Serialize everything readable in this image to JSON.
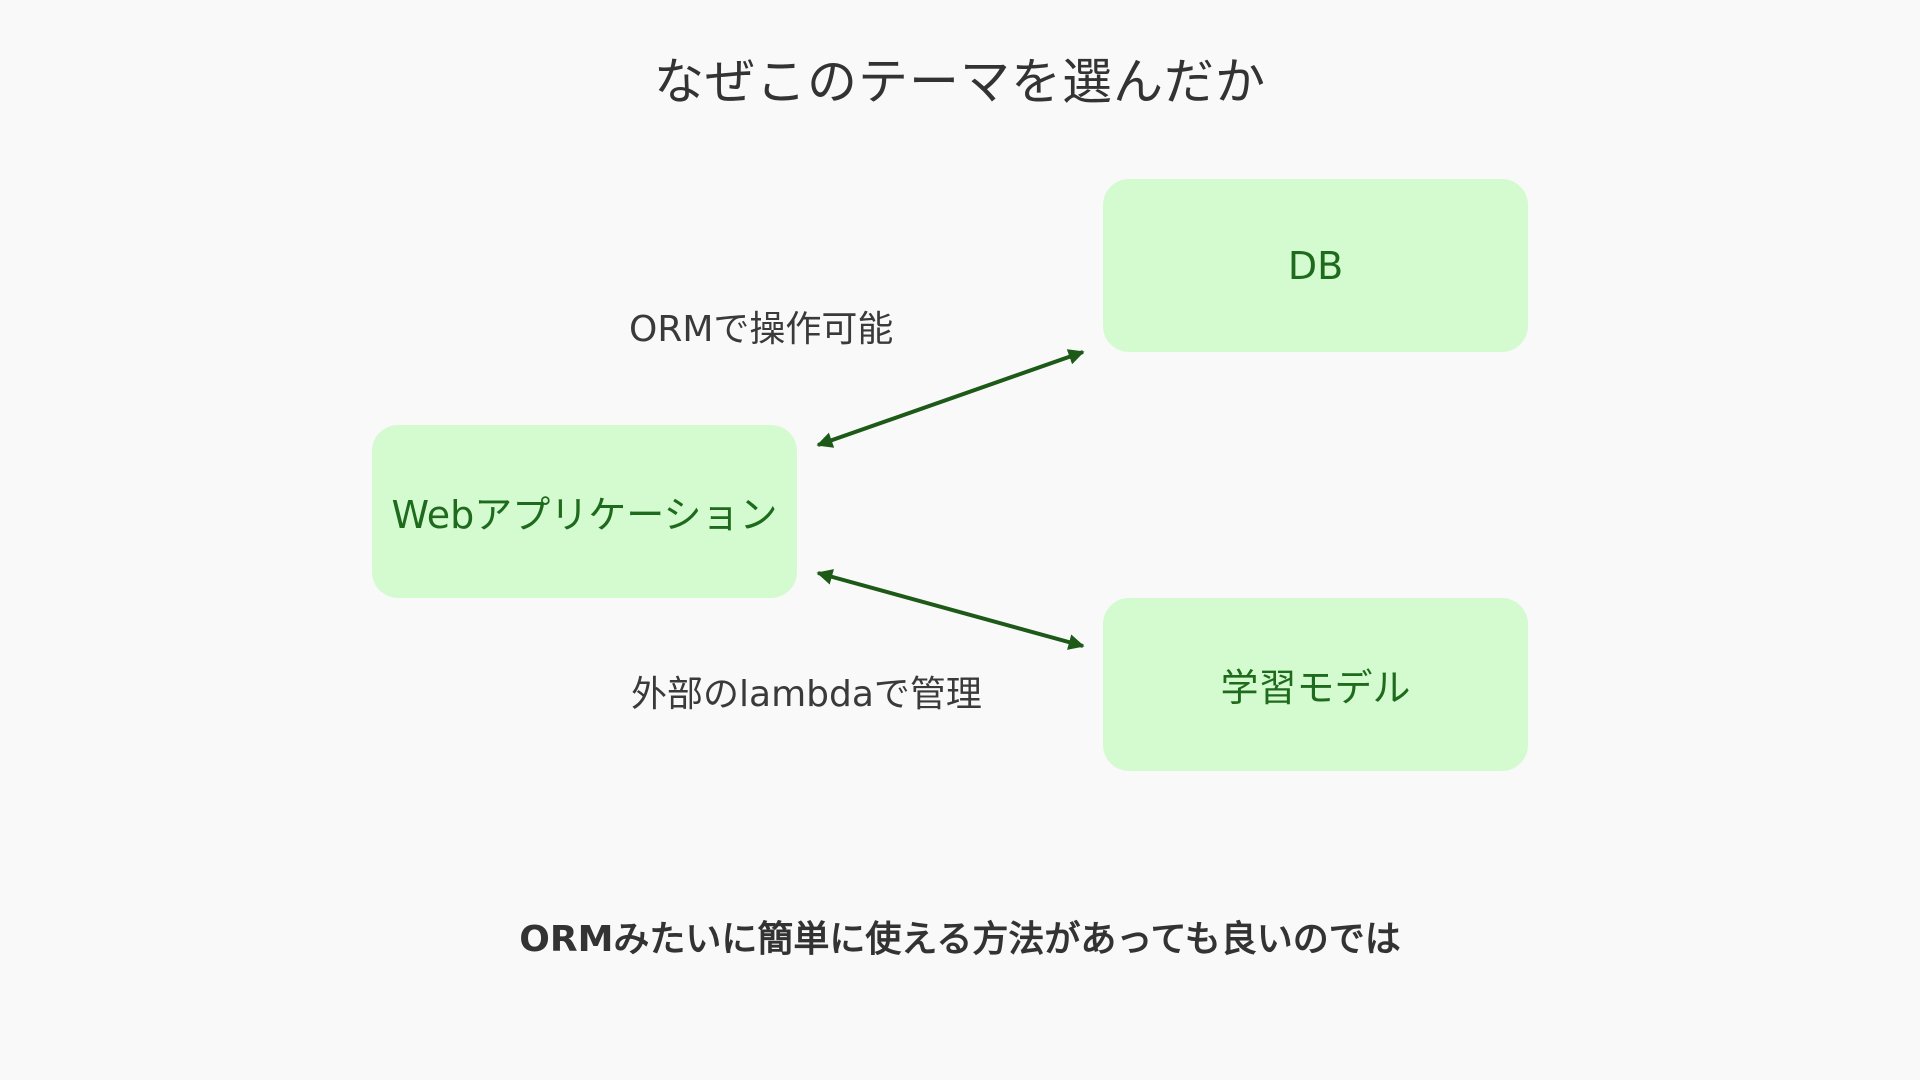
{
  "title": "なぜこのテーマを選んだか",
  "nodes": {
    "db": "DB",
    "web_app": "Webアプリケーション",
    "model": "学習モデル"
  },
  "edges": {
    "web_to_db": "ORMで操作可能",
    "web_to_model": "外部のlambdaで管理"
  },
  "conclusion": "ORMみたいに簡単に使える方法があっても良いのでは",
  "colors": {
    "background": "#f9f9fa",
    "node_fill": "#d4fbd0",
    "node_text": "#1f6b1d",
    "arrow": "#1d5a17",
    "text": "#333333"
  }
}
